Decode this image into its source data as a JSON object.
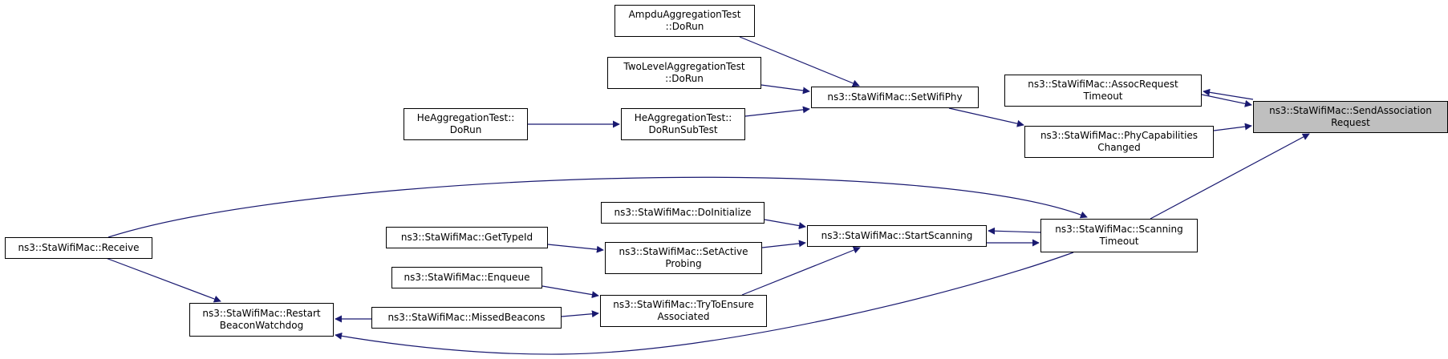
{
  "graph": {
    "colors": {
      "edge": "#191970",
      "node_border": "#000000",
      "node_fill": "#ffffff",
      "focus_fill": "#bfbfbf"
    },
    "nodes": {
      "send_assoc": {
        "lines": [
          "ns3::StaWifiMac::SendAssociation",
          "Request"
        ]
      },
      "assoc_timeout": {
        "lines": [
          "ns3::StaWifiMac::AssocRequest",
          "Timeout"
        ]
      },
      "phy_cap": {
        "lines": [
          "ns3::StaWifiMac::PhyCapabilities",
          "Changed"
        ]
      },
      "scan_timeout": {
        "lines": [
          "ns3::StaWifiMac::Scanning",
          "Timeout"
        ]
      },
      "set_wifi_phy": {
        "lines": [
          "ns3::StaWifiMac::SetWifiPhy"
        ]
      },
      "ampdu_test": {
        "lines": [
          "AmpduAggregationTest",
          "::DoRun"
        ]
      },
      "twolevel_test": {
        "lines": [
          "TwoLevelAggregationTest",
          "::DoRun"
        ]
      },
      "he_subtest": {
        "lines": [
          "HeAggregationTest::",
          "DoRunSubTest"
        ]
      },
      "he_run": {
        "lines": [
          "HeAggregationTest::",
          "DoRun"
        ]
      },
      "start_scan": {
        "lines": [
          "ns3::StaWifiMac::StartScanning"
        ]
      },
      "do_init": {
        "lines": [
          "ns3::StaWifiMac::DoInitialize"
        ]
      },
      "set_active": {
        "lines": [
          "ns3::StaWifiMac::SetActive",
          "Probing"
        ]
      },
      "get_type": {
        "lines": [
          "ns3::StaWifiMac::GetTypeId"
        ]
      },
      "try_ensure": {
        "lines": [
          "ns3::StaWifiMac::TryToEnsure",
          "Associated"
        ]
      },
      "enqueue": {
        "lines": [
          "ns3::StaWifiMac::Enqueue"
        ]
      },
      "missed": {
        "lines": [
          "ns3::StaWifiMac::MissedBeacons"
        ]
      },
      "restart": {
        "lines": [
          "ns3::StaWifiMac::Restart",
          "BeaconWatchdog"
        ]
      },
      "receive": {
        "lines": [
          "ns3::StaWifiMac::Receive"
        ]
      }
    }
  }
}
